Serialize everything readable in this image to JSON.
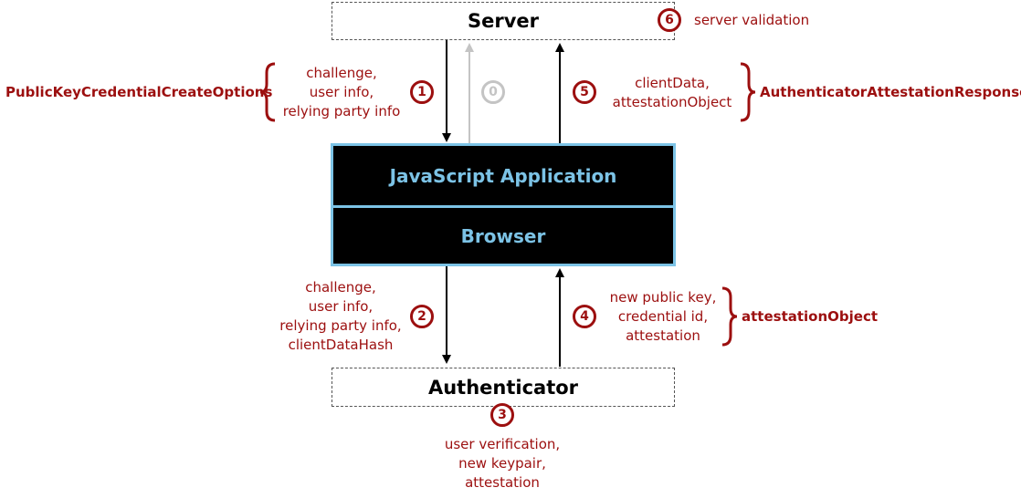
{
  "colors": {
    "accent_red": "#9c0f0f",
    "box_border_blue": "#7cc3e6",
    "gray_step": "#c4c4c4"
  },
  "server": {
    "label": "Server"
  },
  "js_app": {
    "label": "JavaScript Application"
  },
  "browser": {
    "label": "Browser"
  },
  "authenticator": {
    "label": "Authenticator"
  },
  "steps": {
    "s0": {
      "number": "0"
    },
    "s1": {
      "number": "1",
      "lines": [
        "challenge,",
        "user info,",
        "relying party info"
      ]
    },
    "s2": {
      "number": "2",
      "lines": [
        "challenge,",
        "user info,",
        "relying party info,",
        "clientDataHash"
      ]
    },
    "s3": {
      "number": "3",
      "lines": [
        "user verification,",
        "new keypair,",
        "attestation"
      ]
    },
    "s4": {
      "number": "4",
      "lines": [
        "new public key,",
        "credential id,",
        "attestation"
      ]
    },
    "s5": {
      "number": "5",
      "lines": [
        "clientData,",
        "attestationObject"
      ]
    },
    "s6": {
      "number": "6",
      "text": "server validation"
    }
  },
  "brace_labels": {
    "create_options": "PublicKeyCredentialCreateOptions",
    "attestation_response": "AuthenticatorAttestationResponse",
    "attestation_object": "attestationObject"
  }
}
